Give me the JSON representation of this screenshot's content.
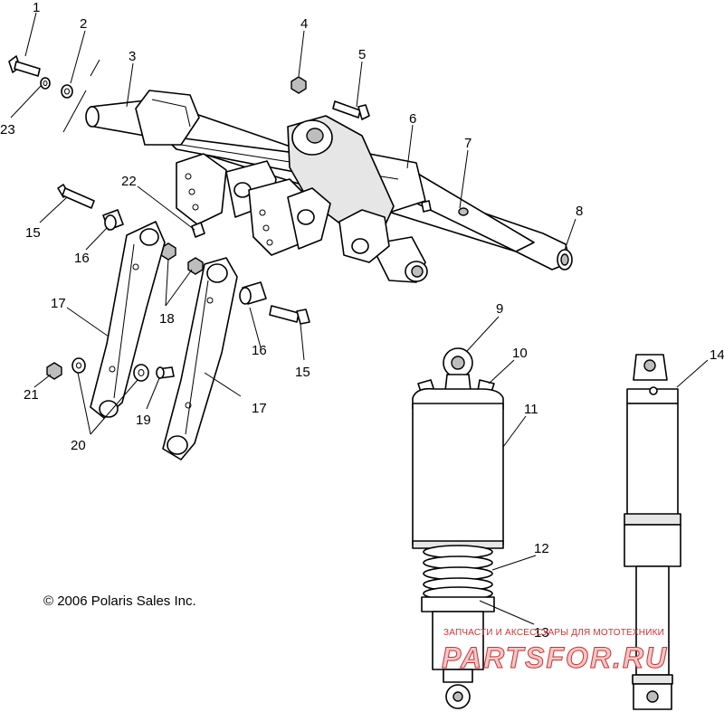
{
  "callouts": [
    {
      "id": "1",
      "label": "1"
    },
    {
      "id": "2",
      "label": "2"
    },
    {
      "id": "3",
      "label": "3"
    },
    {
      "id": "4",
      "label": "4"
    },
    {
      "id": "5",
      "label": "5"
    },
    {
      "id": "6",
      "label": "6"
    },
    {
      "id": "7",
      "label": "7"
    },
    {
      "id": "8",
      "label": "8"
    },
    {
      "id": "9",
      "label": "9"
    },
    {
      "id": "10",
      "label": "10"
    },
    {
      "id": "11",
      "label": "11"
    },
    {
      "id": "12",
      "label": "12"
    },
    {
      "id": "13",
      "label": "13"
    },
    {
      "id": "14",
      "label": "14"
    },
    {
      "id": "15a",
      "label": "15"
    },
    {
      "id": "15b",
      "label": "15"
    },
    {
      "id": "16a",
      "label": "16"
    },
    {
      "id": "16b",
      "label": "16"
    },
    {
      "id": "17a",
      "label": "17"
    },
    {
      "id": "17b",
      "label": "17"
    },
    {
      "id": "18",
      "label": "18"
    },
    {
      "id": "19",
      "label": "19"
    },
    {
      "id": "20",
      "label": "20"
    },
    {
      "id": "21",
      "label": "21"
    },
    {
      "id": "22",
      "label": "22"
    },
    {
      "id": "23",
      "label": "23"
    }
  ],
  "copyright": "© 2006 Polaris Sales Inc.",
  "watermark": {
    "caption": "ЗАПЧАСТИ И АКСЕССУАРЫ ДЛЯ МОТОТЕХНИКИ",
    "logo": "PARTSFOR.RU",
    "color": "#cc3333"
  }
}
